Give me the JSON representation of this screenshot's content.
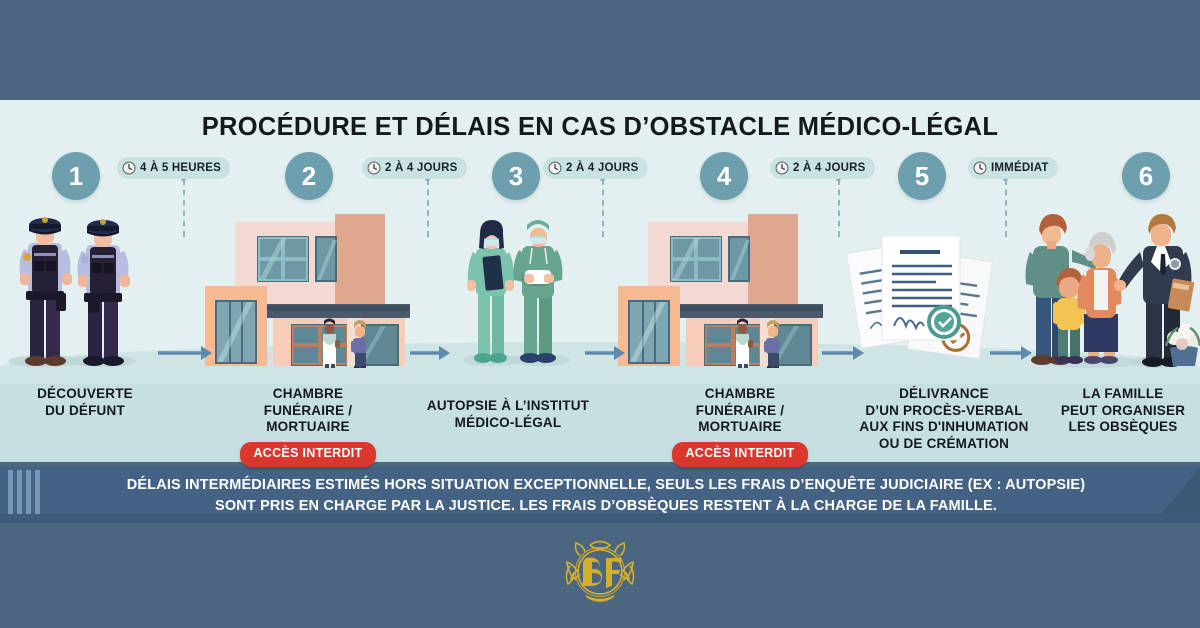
{
  "colors": {
    "top_bar": "#4c6680",
    "panel_bg": "#e3f0ef",
    "circle": "#6e9fae",
    "pill": "#c9e2e2",
    "badge_red": "#d9382e",
    "banner": "#446384",
    "logo_gold": "#d4af2b",
    "arrow": "#5f89ad"
  },
  "header": {
    "title": "PROCÉDURE ET DÉLAIS EN CAS D’OBSTACLE MÉDICO-LÉGAL"
  },
  "steps": [
    {
      "number": "1",
      "caption_lines": [
        "DÉCOUVERTE",
        "DU DÉFUNT"
      ],
      "badge": null,
      "illustration": "two-police-officers"
    },
    {
      "number": "2",
      "caption_lines": [
        "CHAMBRE",
        "FUNÉRAIRE /",
        "MORTUAIRE"
      ],
      "badge": "ACCÈS INTERDIT",
      "illustration": "funeral-home-building"
    },
    {
      "number": "3",
      "caption_lines": [
        "AUTOPSIE À L’INSTITUT",
        "MÉDICO-LÉGAL"
      ],
      "badge": null,
      "illustration": "two-medical-examiners"
    },
    {
      "number": "4",
      "caption_lines": [
        "CHAMBRE",
        "FUNÉRAIRE /",
        "MORTUAIRE"
      ],
      "badge": "ACCÈS INTERDIT",
      "illustration": "funeral-home-building"
    },
    {
      "number": "5",
      "caption_lines": [
        "DÉLIVRANCE",
        "D’UN PROCÈS-VERBAL",
        "AUX FINS D'INHUMATION",
        "OU DE CRÉMATION"
      ],
      "badge": null,
      "illustration": "stacked-official-documents"
    },
    {
      "number": "6",
      "caption_lines": [
        "LA FAMILLE",
        "PEUT ORGANISER",
        "LES OBSÈQUES"
      ],
      "badge": null,
      "illustration": "family-with-funeral-director"
    }
  ],
  "delays": [
    {
      "icon": "clock-icon",
      "label": "4 À 5 HEURES"
    },
    {
      "icon": "clock-icon",
      "label": "2 À 4 JOURS"
    },
    {
      "icon": "clock-icon",
      "label": "2 À 4 JOURS"
    },
    {
      "icon": "clock-icon",
      "label": "2 À 4 JOURS"
    },
    {
      "icon": "clock-icon",
      "label": "IMMÉDIAT"
    }
  ],
  "banner": {
    "line1": "DÉLAIS INTERMÉDIAIRES ESTIMÉS HORS SITUATION EXCEPTIONNELLE, SEULS LES FRAIS D’ENQUÊTE JUDICIAIRE (EX : AUTOPSIE)",
    "line2": "SONT PRIS EN CHARGE PAR LA JUSTICE. LES FRAIS D’OBSÈQUES RESTENT À LA CHARGE DE LA FAMILLE."
  },
  "footer": {
    "logo_text": "BF",
    "logo_name": "bf-monogram-logo"
  }
}
